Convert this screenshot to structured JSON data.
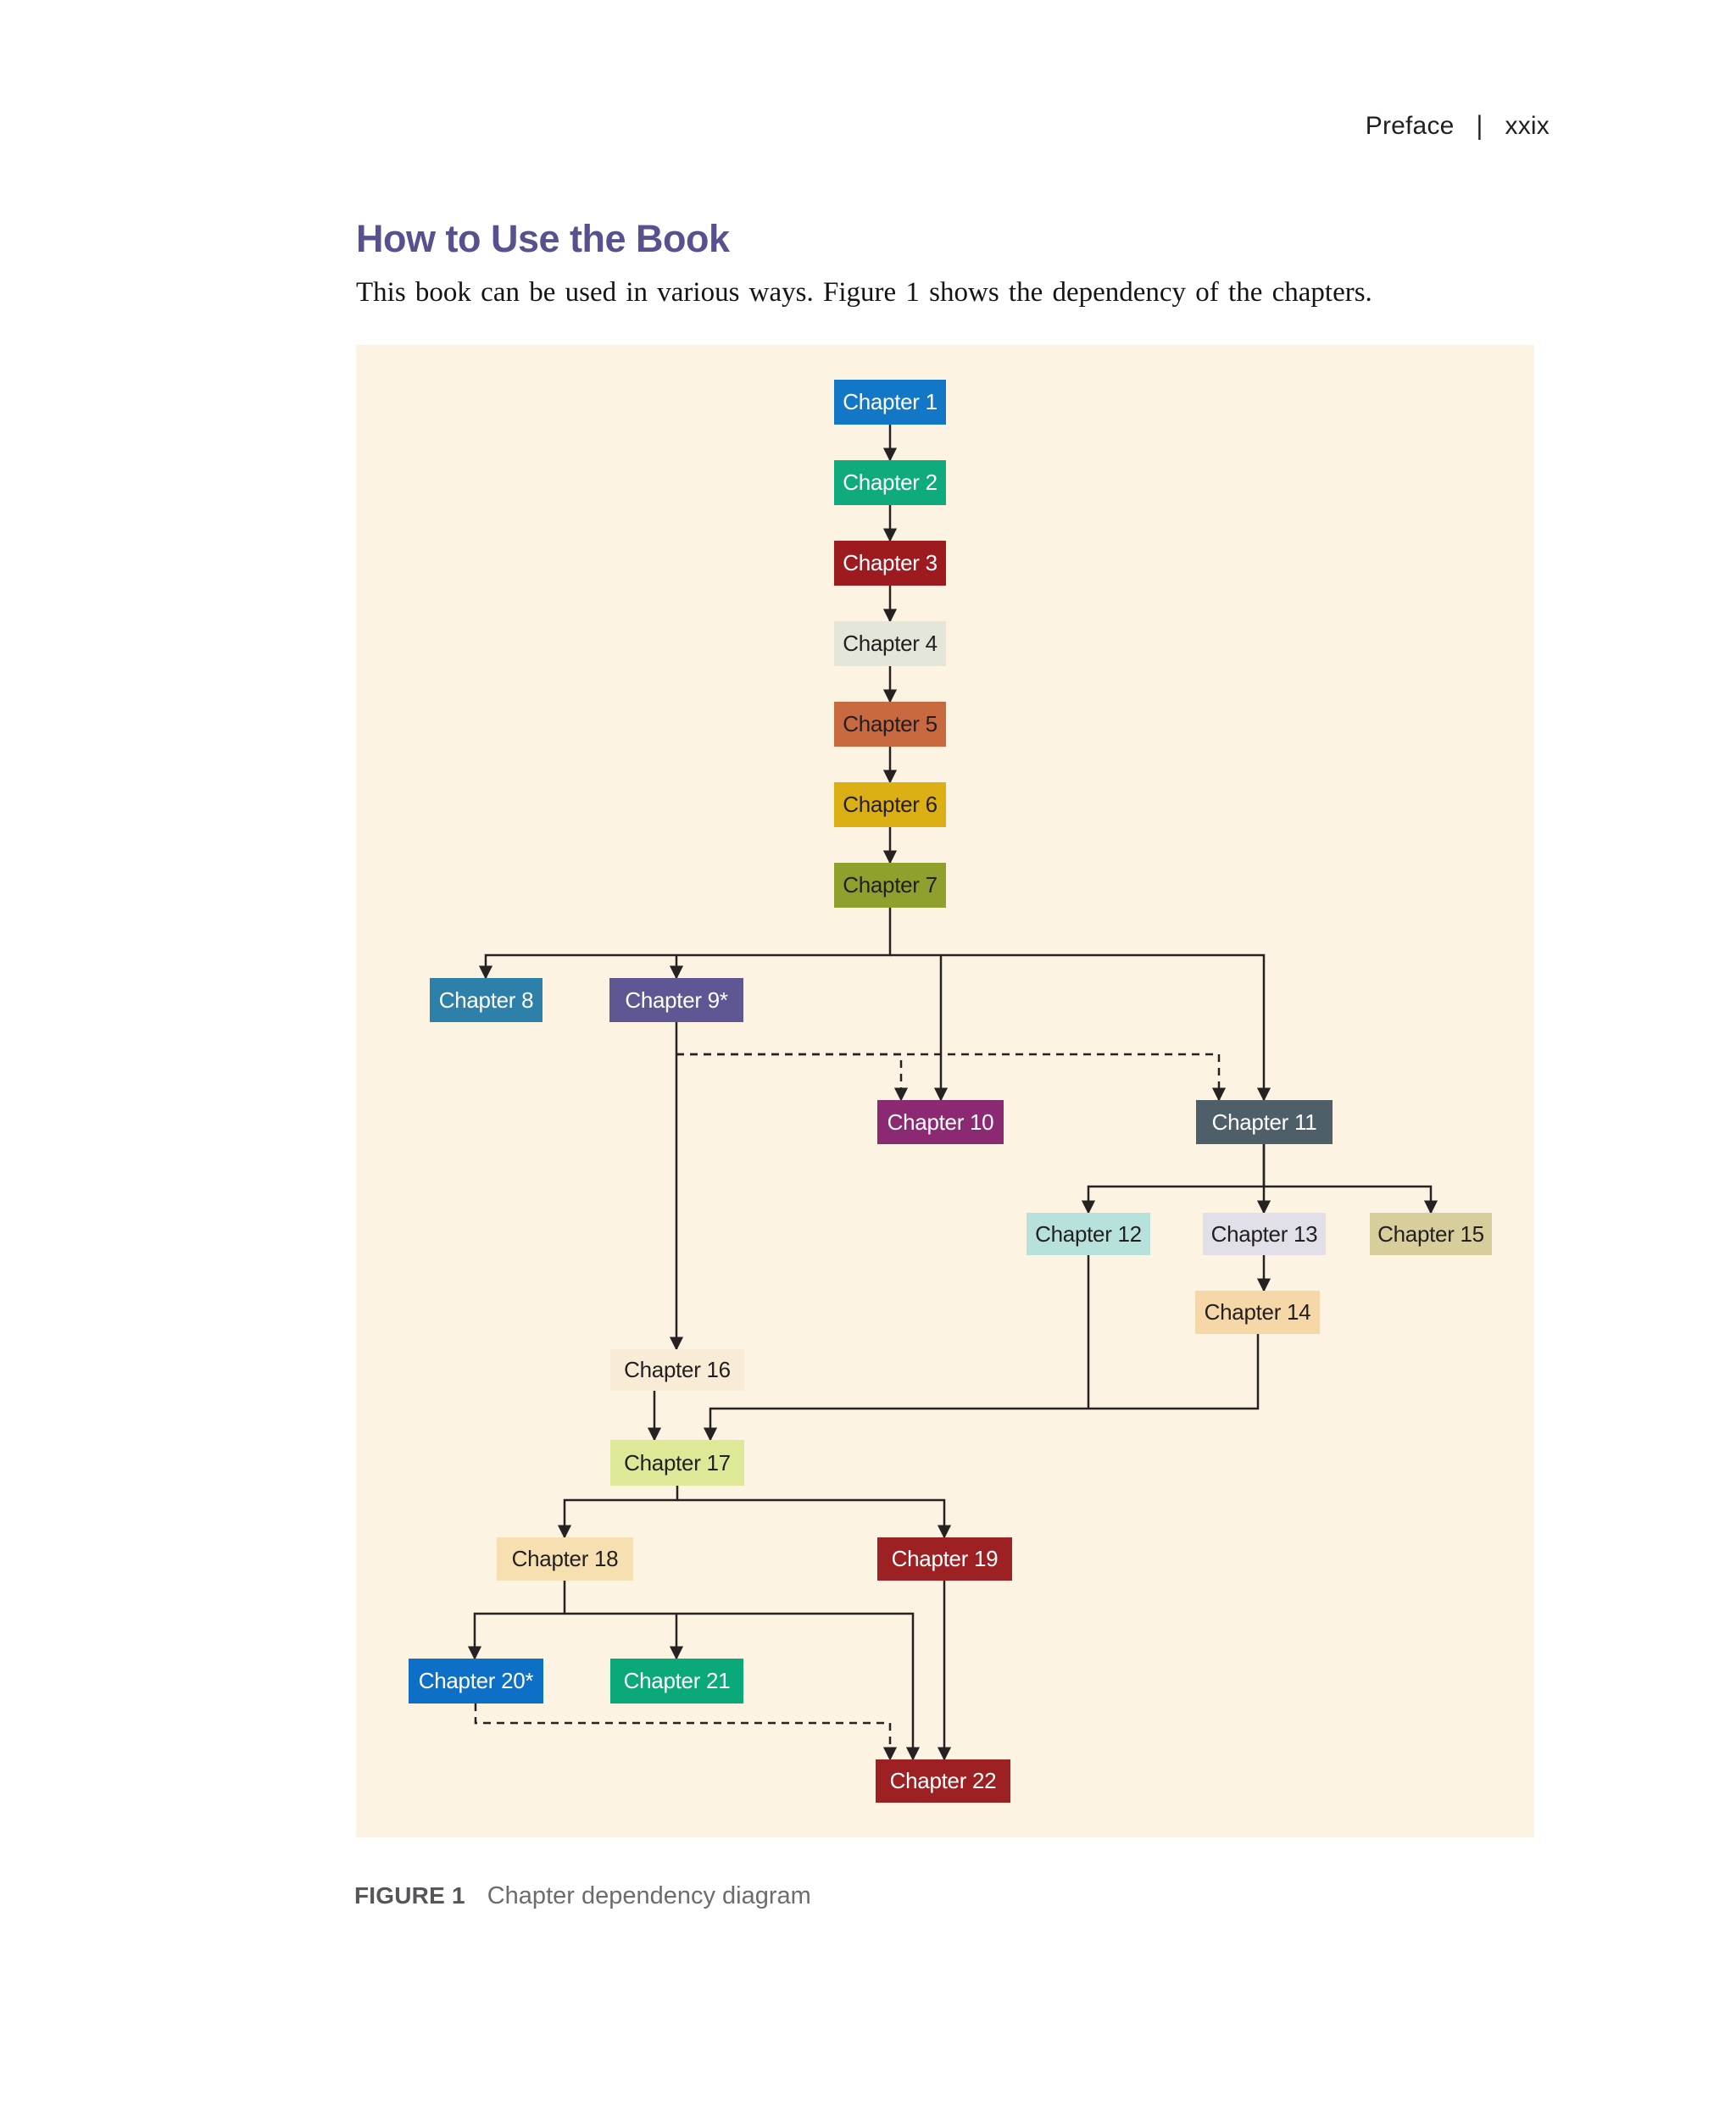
{
  "page_header": {
    "section": "Preface",
    "separator": "|",
    "page_number": "xxix"
  },
  "heading": "How to Use the Book",
  "intro": "This book can be used in various ways. Figure 1 shows the dependency of the chapters.",
  "figure": {
    "label": "FIGURE 1",
    "caption": "Chapter dependency diagram",
    "panel_color": "#fcf3e2",
    "line_color": "#262222",
    "nodes": [
      {
        "id": "ch1",
        "label": "Chapter 1",
        "bg": "#1377c8",
        "fg": "#ffffff"
      },
      {
        "id": "ch2",
        "label": "Chapter 2",
        "bg": "#0fab7d",
        "fg": "#ffffff"
      },
      {
        "id": "ch3",
        "label": "Chapter 3",
        "bg": "#9d1b1e",
        "fg": "#ffffff"
      },
      {
        "id": "ch4",
        "label": "Chapter 4",
        "bg": "#e4e6da",
        "fg": "#231f20"
      },
      {
        "id": "ch5",
        "label": "Chapter 5",
        "bg": "#c8693f",
        "fg": "#231f20"
      },
      {
        "id": "ch6",
        "label": "Chapter 6",
        "bg": "#dcb014",
        "fg": "#231f20"
      },
      {
        "id": "ch7",
        "label": "Chapter 7",
        "bg": "#8fa12c",
        "fg": "#231f20"
      },
      {
        "id": "ch8",
        "label": "Chapter 8",
        "bg": "#2d80aa",
        "fg": "#ffffff"
      },
      {
        "id": "ch9",
        "label": "Chapter 9*",
        "bg": "#5e5794",
        "fg": "#ffffff"
      },
      {
        "id": "ch10",
        "label": "Chapter 10",
        "bg": "#8b2972",
        "fg": "#ffffff"
      },
      {
        "id": "ch11",
        "label": "Chapter 11",
        "bg": "#4e5f69",
        "fg": "#ffffff"
      },
      {
        "id": "ch12",
        "label": "Chapter 12",
        "bg": "#b7e2db",
        "fg": "#231f20"
      },
      {
        "id": "ch13",
        "label": "Chapter 13",
        "bg": "#e1dfe7",
        "fg": "#231f20"
      },
      {
        "id": "ch14",
        "label": "Chapter 14",
        "bg": "#f6d8a8",
        "fg": "#231f20"
      },
      {
        "id": "ch15",
        "label": "Chapter 15",
        "bg": "#d7ce9b",
        "fg": "#231f20"
      },
      {
        "id": "ch16",
        "label": "Chapter 16",
        "bg": "#f8ecd7",
        "fg": "#231f20"
      },
      {
        "id": "ch17",
        "label": "Chapter 17",
        "bg": "#dee998",
        "fg": "#231f20"
      },
      {
        "id": "ch18",
        "label": "Chapter 18",
        "bg": "#f6dfb1",
        "fg": "#231f20"
      },
      {
        "id": "ch19",
        "label": "Chapter 19",
        "bg": "#9d2023",
        "fg": "#ffffff"
      },
      {
        "id": "ch20",
        "label": "Chapter 20*",
        "bg": "#0d70c6",
        "fg": "#ffffff"
      },
      {
        "id": "ch21",
        "label": "Chapter 21",
        "bg": "#0ba87a",
        "fg": "#ffffff"
      },
      {
        "id": "ch22",
        "label": "Chapter 22",
        "bg": "#9d2023",
        "fg": "#ffffff"
      }
    ],
    "edges": [
      {
        "id": "ch1-ch2",
        "from": "Chapter 1",
        "to": "Chapter 2",
        "style": "solid"
      },
      {
        "id": "ch2-ch3",
        "from": "Chapter 2",
        "to": "Chapter 3",
        "style": "solid"
      },
      {
        "id": "ch3-ch4",
        "from": "Chapter 3",
        "to": "Chapter 4",
        "style": "solid"
      },
      {
        "id": "ch4-ch5",
        "from": "Chapter 4",
        "to": "Chapter 5",
        "style": "solid"
      },
      {
        "id": "ch5-ch6",
        "from": "Chapter 5",
        "to": "Chapter 6",
        "style": "solid"
      },
      {
        "id": "ch6-ch7",
        "from": "Chapter 6",
        "to": "Chapter 7",
        "style": "solid"
      },
      {
        "id": "ch7-ch8",
        "from": "Chapter 7",
        "to": "Chapter 8",
        "style": "solid"
      },
      {
        "id": "ch7-ch9",
        "from": "Chapter 7",
        "to": "Chapter 9*",
        "style": "solid"
      },
      {
        "id": "ch7-ch10",
        "from": "Chapter 7",
        "to": "Chapter 10",
        "style": "solid"
      },
      {
        "id": "ch7-ch11",
        "from": "Chapter 7",
        "to": "Chapter 11",
        "style": "solid"
      },
      {
        "id": "ch9-ch10",
        "from": "Chapter 9*",
        "to": "Chapter 10",
        "style": "dashed"
      },
      {
        "id": "ch9-ch11",
        "from": "Chapter 9*",
        "to": "Chapter 11",
        "style": "dashed"
      },
      {
        "id": "ch9-ch16",
        "from": "Chapter 9*",
        "to": "Chapter 16",
        "style": "solid"
      },
      {
        "id": "ch11-ch12",
        "from": "Chapter 11",
        "to": "Chapter 12",
        "style": "solid"
      },
      {
        "id": "ch11-ch13",
        "from": "Chapter 11",
        "to": "Chapter 13",
        "style": "solid"
      },
      {
        "id": "ch11-ch15",
        "from": "Chapter 11",
        "to": "Chapter 15",
        "style": "solid"
      },
      {
        "id": "ch13-ch14",
        "from": "Chapter 13",
        "to": "Chapter 14",
        "style": "solid"
      },
      {
        "id": "ch12-ch17",
        "from": "Chapter 12",
        "to": "Chapter 17",
        "style": "solid"
      },
      {
        "id": "ch14-ch17",
        "from": "Chapter 14",
        "to": "Chapter 17",
        "style": "solid"
      },
      {
        "id": "ch16-ch17",
        "from": "Chapter 16",
        "to": "Chapter 17",
        "style": "solid"
      },
      {
        "id": "ch17-ch18",
        "from": "Chapter 17",
        "to": "Chapter 18",
        "style": "solid"
      },
      {
        "id": "ch17-ch19",
        "from": "Chapter 17",
        "to": "Chapter 19",
        "style": "solid"
      },
      {
        "id": "ch18-ch20",
        "from": "Chapter 18",
        "to": "Chapter 20*",
        "style": "solid"
      },
      {
        "id": "ch18-ch21",
        "from": "Chapter 18",
        "to": "Chapter 21",
        "style": "solid"
      },
      {
        "id": "ch18-ch22",
        "from": "Chapter 18",
        "to": "Chapter 22",
        "style": "solid"
      },
      {
        "id": "ch19-ch22",
        "from": "Chapter 19",
        "to": "Chapter 22",
        "style": "solid"
      },
      {
        "id": "ch20-ch22",
        "from": "Chapter 20*",
        "to": "Chapter 22",
        "style": "dashed"
      }
    ]
  }
}
